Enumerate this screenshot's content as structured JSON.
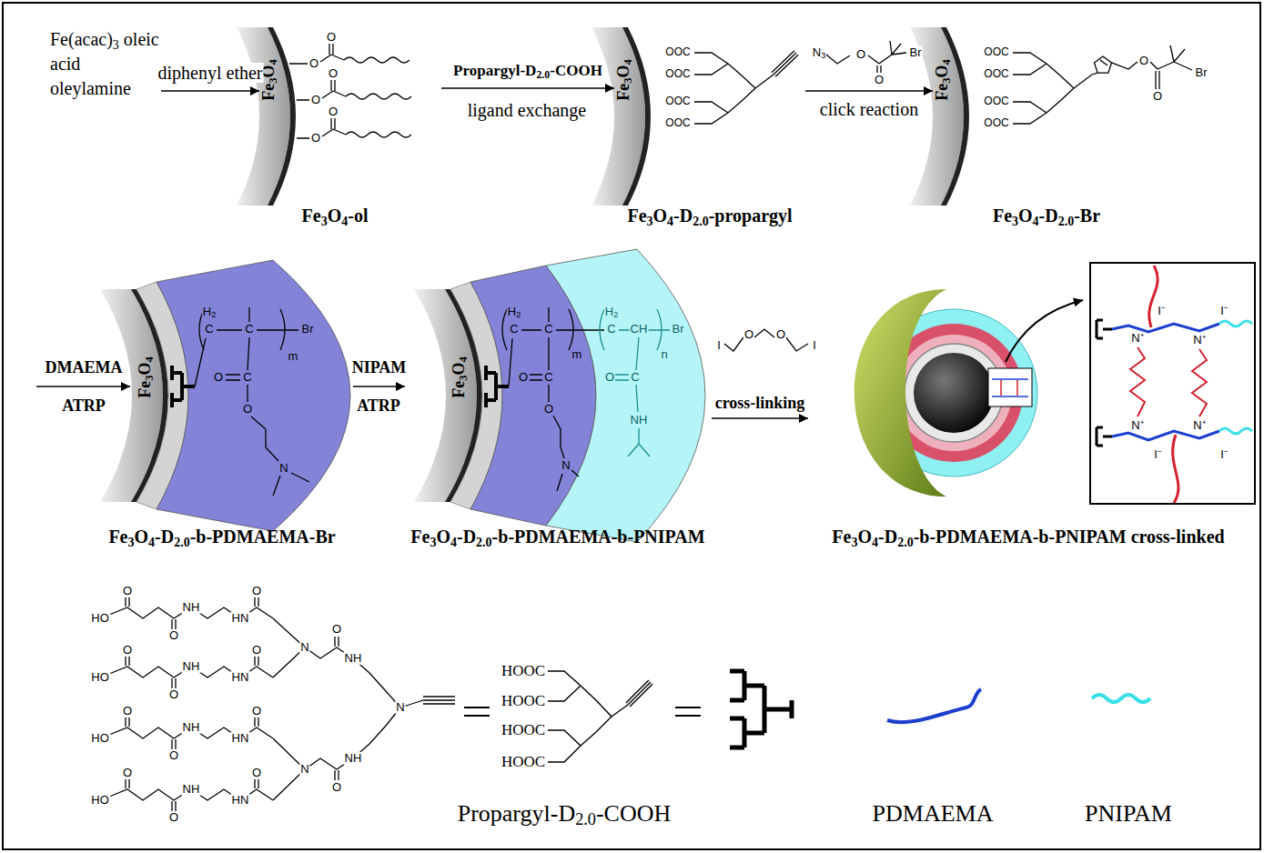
{
  "diagram": {
    "nodes": [
      {
        "text": [
          "Fe(acac)3 oleic acid oleylamine"
        ]
      },
      {
        "text": [
          "Fe3O4",
          "Fe3O4-ol"
        ]
      },
      {
        "text": [
          "Fe3O4",
          "Fe3O4-D2.0-propargyl"
        ]
      },
      {
        "text": [
          "Fe3O4",
          "Fe3O4-D2.0-Br"
        ]
      },
      {
        "text": [
          "Fe3O4",
          "Fe3O4-D2.0-b-PDMAEMA-Br"
        ]
      },
      {
        "text": [
          "Fe3O4",
          "Fe3O4-D2.0-b-PDMAEMA-b-PNIPAM"
        ]
      },
      {
        "text": [
          "Fe3O4-D2.0-b-PDMAEMA-b-PNIPAM cross-linked"
        ]
      },
      {
        "text": [
          "N⁺",
          "I⁻",
          "N⁺",
          "I⁻",
          "N⁺",
          "I⁻",
          "N⁺",
          "I⁻"
        ],
        "in": 6
      }
    ],
    "edges": [
      {
        "from": 0,
        "to": 1,
        "arrow": "to",
        "label": "diphenyl ether"
      },
      {
        "from": 1,
        "to": 2,
        "arrow": "to",
        "label": "Propargyl-D2.0-COOH"
      },
      {
        "from": 2,
        "to": 3,
        "arrow": "to",
        "label": "click reaction"
      },
      {
        "from": 4,
        "to": 5,
        "arrow": "to",
        "label": "NIPAM"
      },
      {
        "from": 5,
        "to": 6,
        "arrow": "to",
        "label": "cross-linking"
      }
    ],
    "labels": [
      "O",
      "O",
      "O",
      "O",
      "O",
      "O",
      "ligand exchange",
      "OOC",
      "OOC",
      "OOC",
      "OOC",
      "N3",
      "O",
      "O",
      "Br",
      "OOC",
      "OOC",
      "OOC",
      "OOC",
      "O",
      "O",
      "Br",
      "DMAEMA",
      "ATRP",
      "H2",
      "C",
      "C",
      "m",
      "Br",
      "O",
      "C",
      "O",
      "N",
      "ATRP",
      "H2",
      "C",
      "C",
      "m",
      "O",
      "C",
      "O",
      "N",
      "H2",
      "C",
      "CH",
      "n",
      "Br",
      "O",
      "C",
      "NH",
      "I",
      "O",
      "O",
      "I",
      "HO",
      "O",
      "O",
      "NH",
      "HN",
      "O",
      "HO",
      "O",
      "O",
      "NH",
      "HN",
      "O",
      "HO",
      "O",
      "O",
      "NH",
      "HN",
      "O",
      "HO",
      "O",
      "O",
      "NH",
      "HN",
      "O",
      "N",
      "O",
      "NH",
      "N",
      "O",
      "NH",
      "N",
      "HOOC",
      "HOOC",
      "HOOC",
      "HOOC",
      "Propargyl-D2.0-COOH"
    ],
    "legend": [
      {
        "text": "PDMAEMA"
      },
      {
        "text": "PNIPAM"
      }
    ]
  }
}
